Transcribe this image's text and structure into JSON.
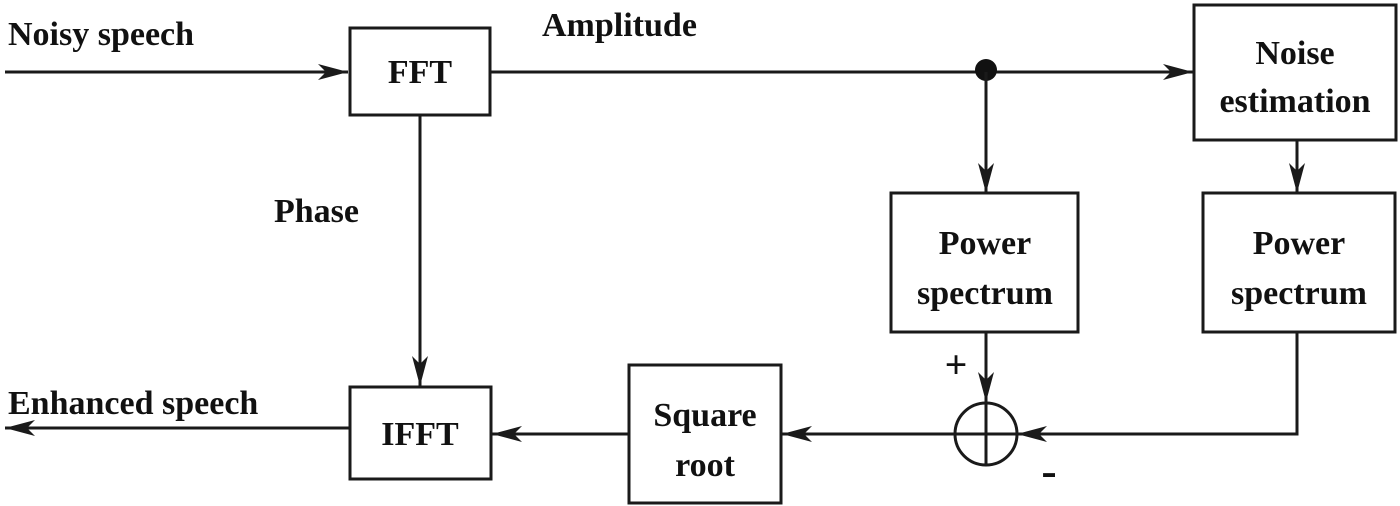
{
  "signals": {
    "input": "Noisy speech",
    "output": "Enhanced speech",
    "amplitude": "Amplitude",
    "phase": "Phase"
  },
  "blocks": {
    "fft": "FFT",
    "ifft": "IFFT",
    "noise_estimation": [
      "Noise",
      "estimation"
    ],
    "power_spectrum_signal": [
      "Power",
      "spectrum"
    ],
    "power_spectrum_noise": [
      "Power",
      "spectrum"
    ],
    "square_root": [
      "Square",
      "root"
    ]
  },
  "operators": {
    "plus": "+",
    "minus": "-"
  }
}
